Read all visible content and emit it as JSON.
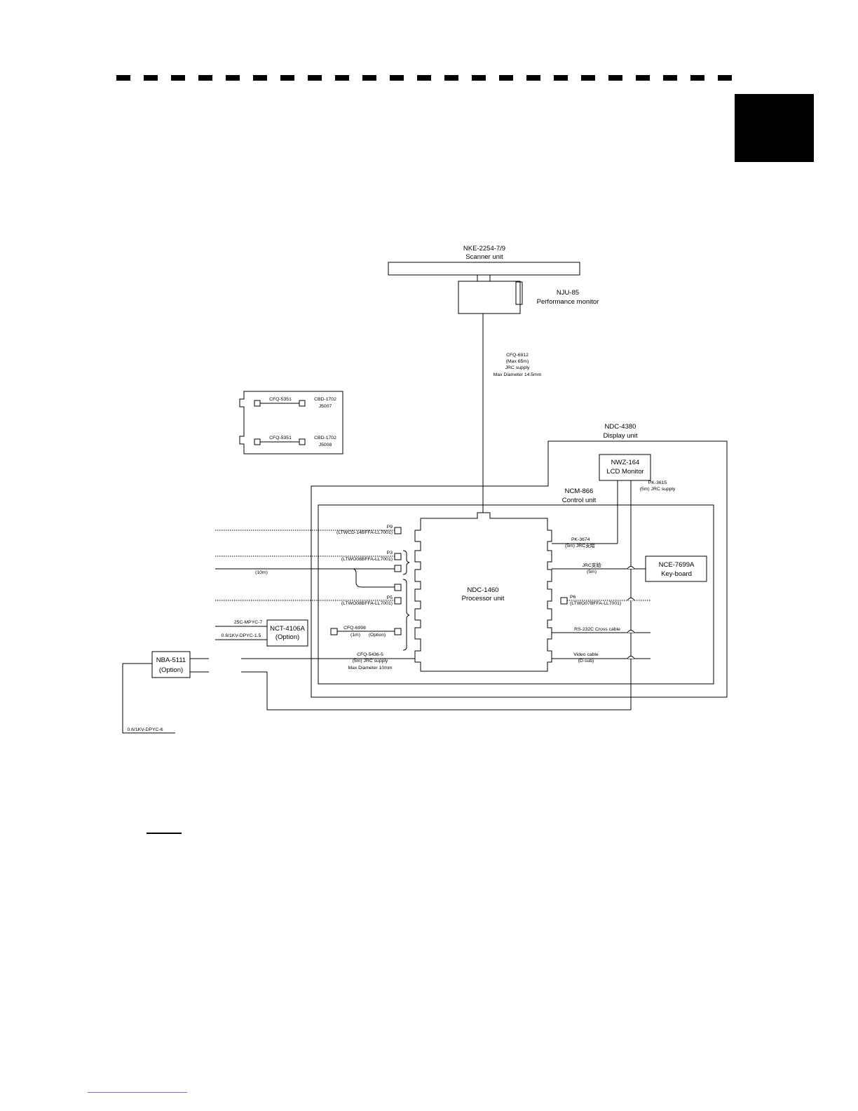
{
  "diagram": {
    "scanner": {
      "model": "NKE-2254-7/9",
      "name": "Scanner unit"
    },
    "performance_monitor": {
      "model": "NJU-85",
      "name": "Performance monitor"
    },
    "scanner_cable": [
      "CFQ-6912",
      "(Max 65m)",
      "JRC supply",
      "Max Diameter 14.5mm"
    ],
    "junction_box": {
      "row1": {
        "cable": "CFQ-5351",
        "board": "CBD-1702",
        "connector": "J5007"
      },
      "row2": {
        "cable": "CFQ-5351",
        "board": "CBD-1702",
        "connector": "J5008"
      }
    },
    "display_unit": {
      "model": "NDC-4380",
      "name": "Display unit"
    },
    "lcd_monitor": {
      "model": "NWZ-164",
      "name": "LCD Monitor"
    },
    "lcd_cable": [
      "PK-3615",
      "(5m) JRC supply"
    ],
    "control_unit": {
      "model": "NCM-866",
      "name": "Control unit"
    },
    "processor_unit": {
      "model": "NDC-1460",
      "name": "Processor unit"
    },
    "keyboard": {
      "model": "NCE-7699A",
      "name": "Key-board"
    },
    "nct": {
      "model": "NCT-4106A",
      "note": "(Option)"
    },
    "nba": {
      "model": "NBA-5111",
      "note": "(Option)"
    },
    "left_ports": {
      "p9": {
        "port": "P9",
        "cable": "(LTWCD-14BFFA-LL7001)"
      },
      "p3": {
        "port": "P3",
        "cable": "(LTWO08BFFA-LL7001)"
      },
      "ten_m": "(10m)",
      "p5": {
        "port": "P5",
        "cable": "(LTWO08BFFA-LL7001)"
      },
      "cfq6998": {
        "cable": "CFQ-6998",
        "length": "(1m)",
        "note": "(Option)"
      },
      "cable_5436": [
        "CFQ-5436-5",
        "(5m) JRC supply",
        "Max Diameter 10mm"
      ]
    },
    "right_cables": {
      "pk3674": [
        "PK-3674",
        "(5m) JRC支給"
      ],
      "kb_cable": [
        "JRC支給",
        "(5m)"
      ],
      "p6": {
        "port": "P6",
        "cable": "(LTWO07BFFA-LL7001)"
      },
      "rs232c": "RS-232C Cross cable",
      "video": [
        "Video cable",
        "(D-sub)"
      ]
    },
    "nct_cables": {
      "top": "25C-MPYC-7",
      "bottom": "0.6/1KV-DPYC-1.5"
    },
    "nba_cable": "0.6/1KV-DPYC-6"
  }
}
